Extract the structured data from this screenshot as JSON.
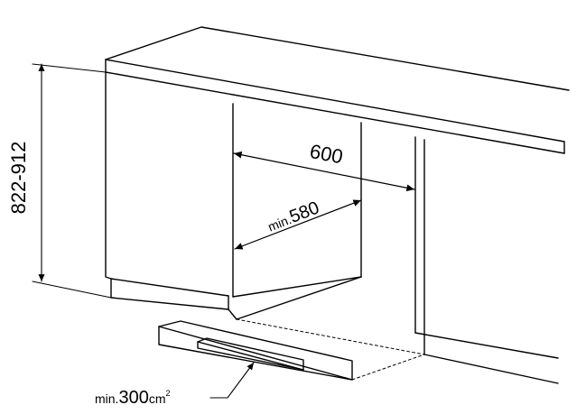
{
  "dimensions": {
    "height_range": "822-912",
    "width": "600",
    "depth_prefix": "min.",
    "depth": "580",
    "vent_prefix": "min.",
    "vent_area": "300",
    "vent_unit": "cm",
    "vent_unit_exp": "2"
  },
  "colors": {
    "line": "#000000",
    "background": "#ffffff"
  }
}
